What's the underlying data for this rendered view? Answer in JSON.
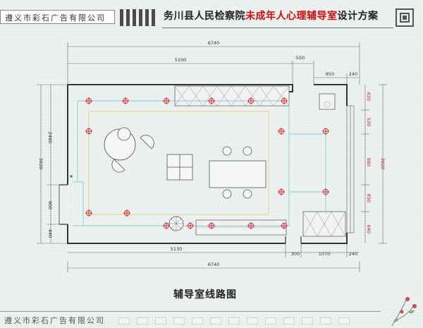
{
  "header": {
    "company": "遵义市彩石广告有限公司",
    "title_prefix": "务川县人民检察院",
    "title_red": "未成年人心理辅导室",
    "title_suffix": "设计方案"
  },
  "plan": {
    "caption": "辅导室线路图",
    "dim_top_total": "6740",
    "dim_top_left": "5100",
    "dim_top_mid": "550",
    "dim_top_right_a": "850",
    "dim_top_right_b": "240",
    "dim_bottom_left": "5130",
    "dim_bottom_a": "300",
    "dim_bottom_b": "1070",
    "dim_bottom_c": "240",
    "dim_bottom_total": "6740",
    "dim_left_a": "2480",
    "dim_left_total": "3820",
    "dim_left_b": "900",
    "dim_left_c": "440",
    "dim_right_1": "620",
    "dim_right_2": "520",
    "dim_right_3": "880",
    "dim_right_4": "850",
    "dim_right_5": "640",
    "dim_right_total": "3820"
  },
  "colors": {
    "wall": "#333333",
    "red_marker": "#d9201c",
    "cyan_line": "#5fc4c9",
    "yellow_line": "#e7df6a",
    "title_red": "#d40b0b"
  },
  "footer": {
    "company": "遵义市彩石广告有限公司"
  }
}
